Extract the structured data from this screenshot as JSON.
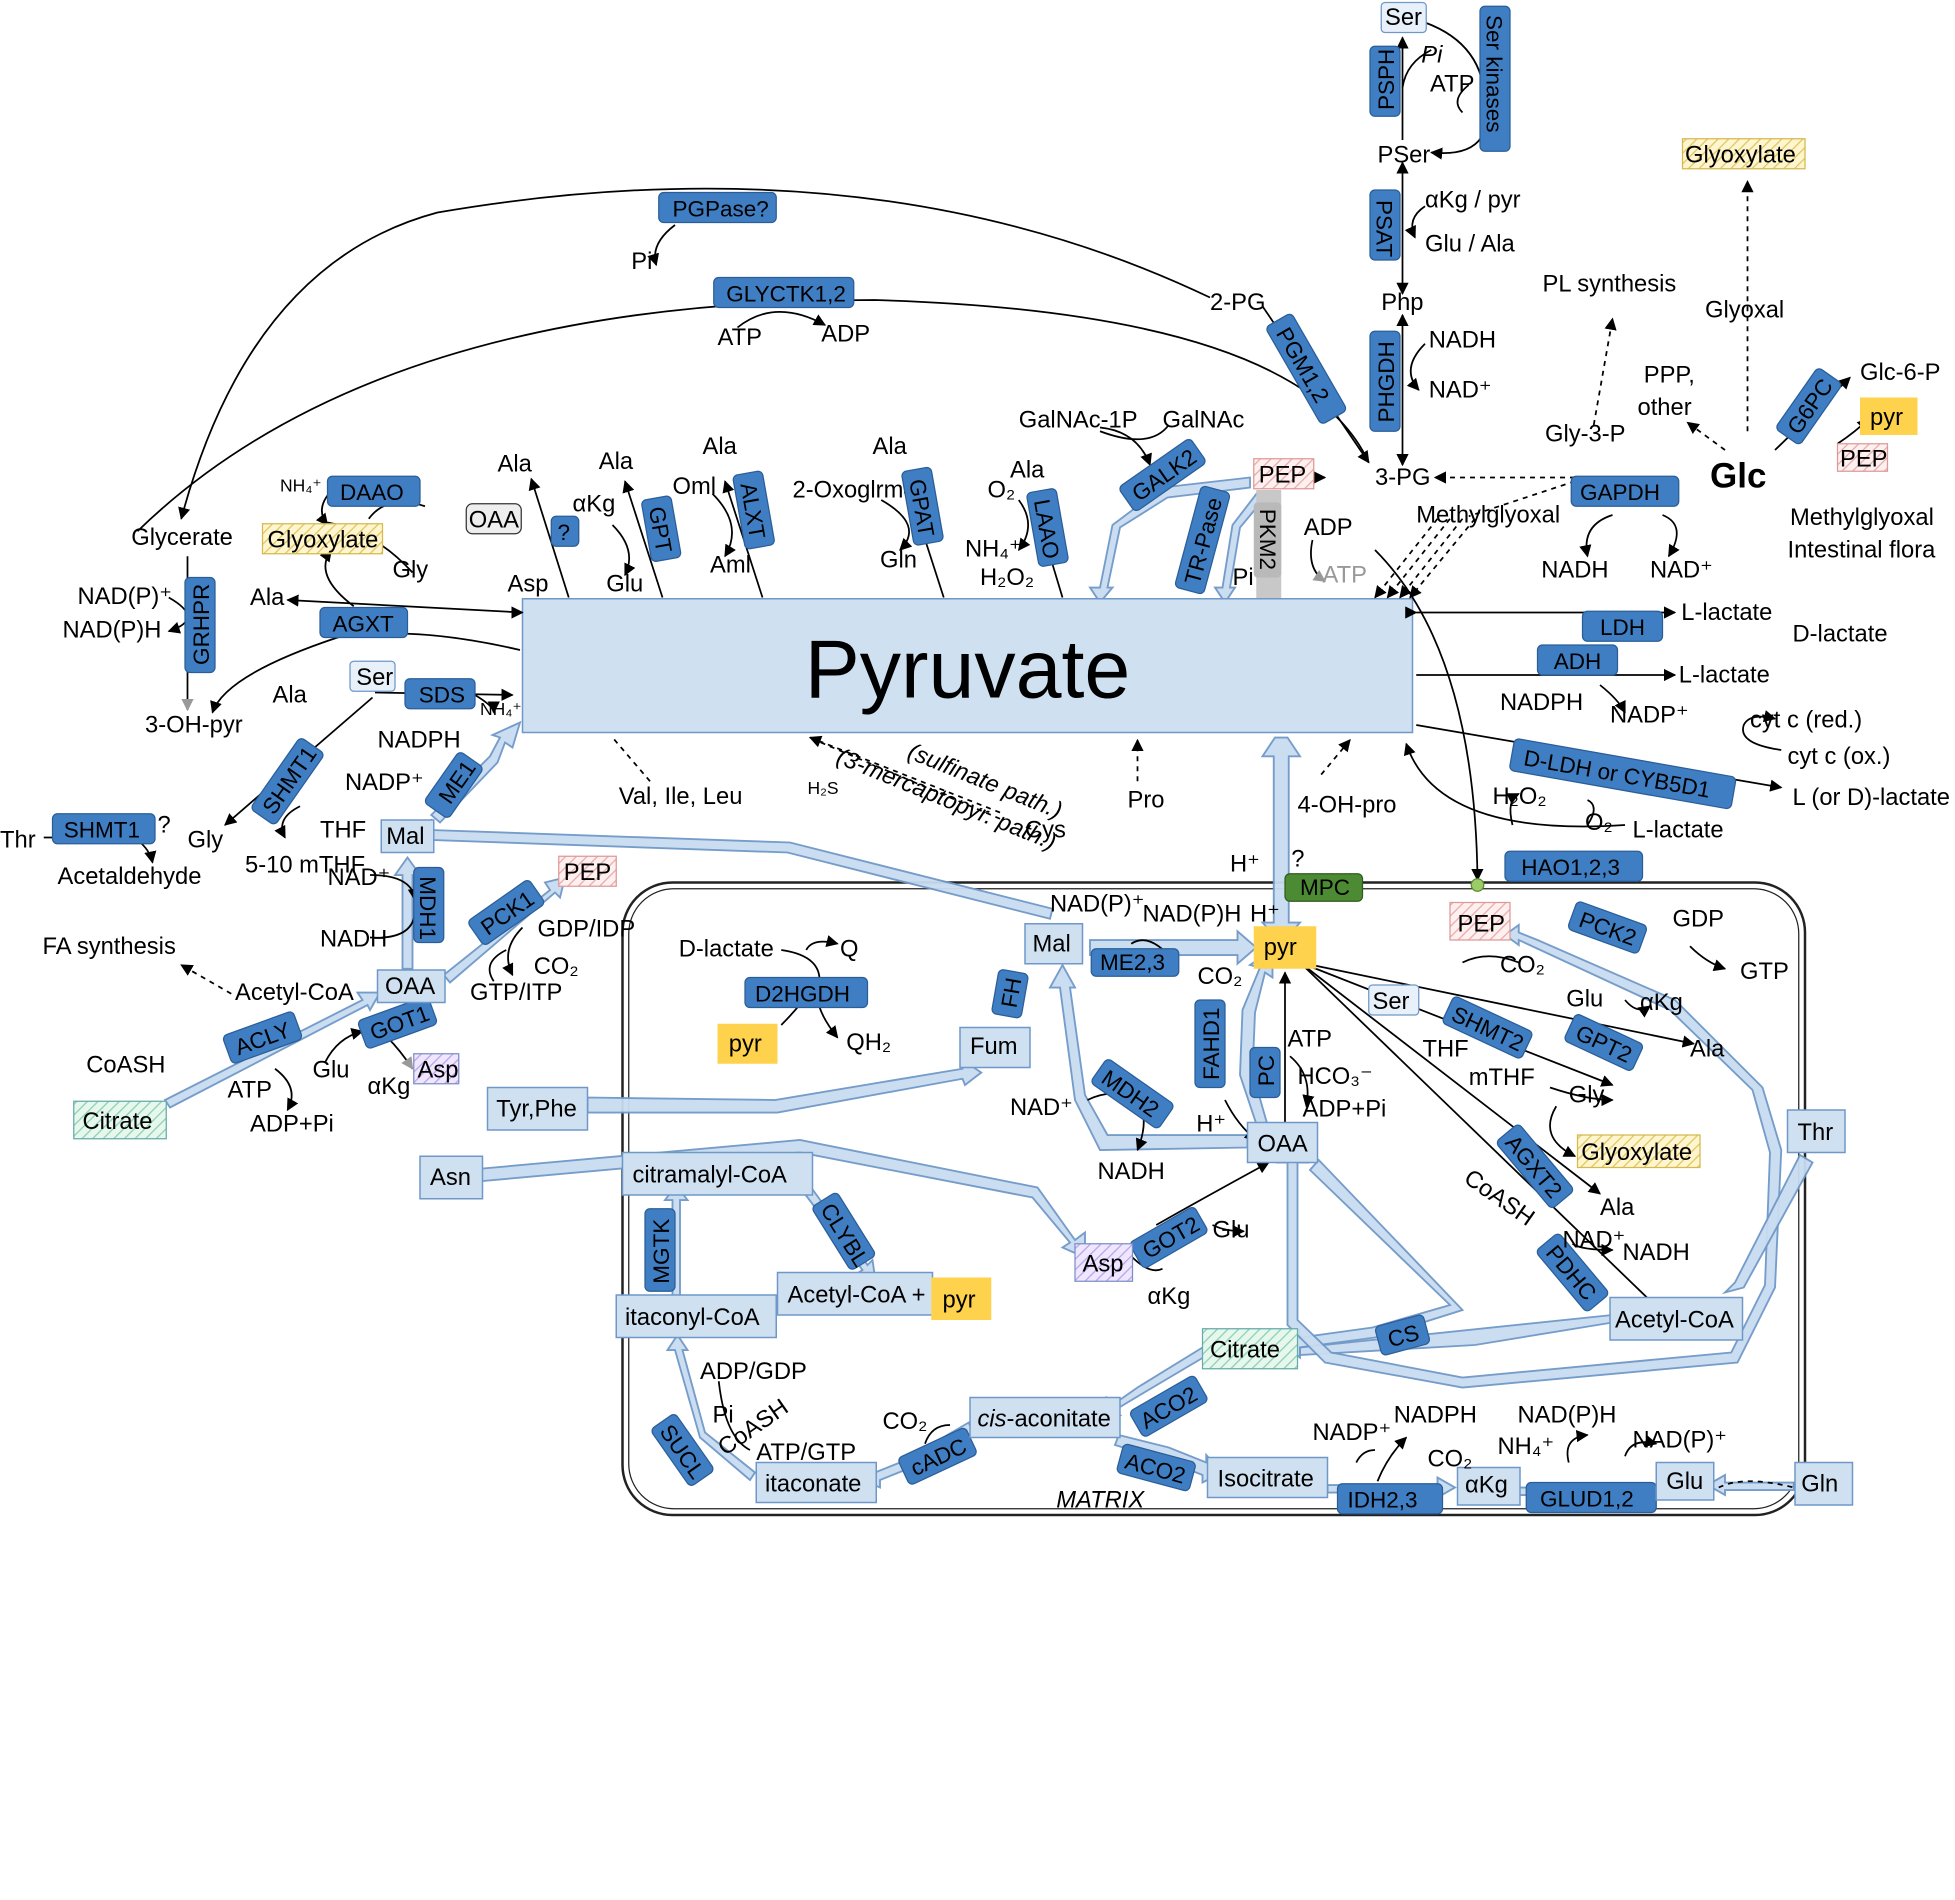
{
  "center": {
    "label": "Pyruvate"
  },
  "compartment": {
    "label": "MATRIX"
  },
  "enzymes": {
    "pgpase": "PGPase?",
    "glyctk": "GLYCTK1,2",
    "pgm": "PGM1,2",
    "psph": "PSPH",
    "serk": "Ser kinases",
    "psat": "PSAT",
    "phgdh": "PHGDH",
    "galk2": "GALK2",
    "trpase": "TR-Pase",
    "pkm2": "PKM2",
    "laao": "LAAO",
    "gpat": "GPAT",
    "alxt": "ALXT",
    "gpt": "GPT",
    "q": "?",
    "daao": "DAAO",
    "grhpr": "GRHPR",
    "agxt": "AGXT",
    "sds": "SDS",
    "shmt1a": "SHMT1",
    "shmt1b": "SHMT1",
    "me1": "ME1",
    "mdh1": "MDH1",
    "pck1": "PCK1",
    "acly": "ACLY",
    "got1": "GOT1",
    "gapdh": "GAPDH",
    "g6pc": "G6PC",
    "ldh": "LDH",
    "adh": "ADH",
    "dldh": "D-LDH or CYB5D1",
    "hao": "HAO1,2,3",
    "mpc": "MPC",
    "d2hgdh": "D2HGDH",
    "fh": "FH",
    "me23": "ME2,3",
    "fahd1": "FAHD1",
    "pc": "PC",
    "mdh2": "MDH2",
    "got2": "GOT2",
    "pck2": "PCK2",
    "shmt2": "SHMT2",
    "gpt2": "GPT2",
    "agxt2": "AGXT2",
    "pdhc": "PDHC",
    "cs": "CS",
    "aco2a": "ACO2",
    "aco2b": "ACO2",
    "cadc": "cADC",
    "sucl": "SUCL",
    "idh": "IDH2,3",
    "glud": "GLUD1,2",
    "mgtk": "MGTK",
    "clyb": "CLYBL"
  },
  "metabolites": {
    "ser_top": "Ser",
    "pi_psph": "Pi",
    "atp_serk": "ATP",
    "pser": "PSer",
    "akg_pyr": "αKg /  pyr",
    "glu_ala": "Glu / Ala",
    "php": "Php",
    "nadh_ph": "NADH",
    "nadp_ph": "NAD⁺",
    "pg2": "2-PG",
    "pg3": "3-PG",
    "pi_pg": "Pi",
    "atp_gly": "ATP",
    "adp_gly": "ADP",
    "galnac1p": "GalNAc-1P",
    "galnac": "GalNAc",
    "pep_top": "PEP",
    "adp_pk": "ADP",
    "atp_pk": "ATP",
    "pi_tr": "Pi",
    "ala_laao": "Ala",
    "o2": "O₂",
    "nh4_laao": "NH₄⁺",
    "h2o2_laao": "H₂O₂",
    "ala_gpat": "Ala",
    "oxoglr": "2-Oxoglrm",
    "gln_gpat": "Gln",
    "ala_alxt": "Ala",
    "oml": "Oml",
    "aml": "Aml",
    "ala_gpt": "Ala",
    "akg_gpt": "αKg",
    "glu_gpt": "Glu",
    "ala_q": "Ala",
    "oaa_q": "OAA",
    "asp_q": "Asp",
    "nh4_daao": "NH₄⁺",
    "glyox_daao": "Glyoxylate",
    "gly_daao": "Gly",
    "glycerate": "Glycerate",
    "nadp_gr": "NAD(P)⁺",
    "nadph_gr": "NAD(P)H",
    "ohpyr": "3-OH-pyr",
    "ala_agxt": "Ala",
    "ala_agxt2": "Ala",
    "ser_sds": "Ser",
    "nh4_sds": "NH₄⁺",
    "nadph_me1": "NADPH",
    "nadp_me1": "NADP⁺",
    "mal_c": "Mal",
    "thf_c": "THF",
    "mthf_c": "5-10\nmTHF",
    "thr_c": "Thr",
    "gly_c": "Gly",
    "acetald": "Acetaldehyde",
    "q_shmt": "?",
    "nadp_mdh1": "NAD⁺",
    "nadh_mdh1": "NADH",
    "oaa_c": "OAA",
    "pep_c": "PEP",
    "gdp_idp": "GDP/IDP",
    "co2_pck1": "CO₂",
    "gtp_itp": "GTP/ITP",
    "fa": "FA synthesis",
    "acoa_c": "Acetyl-CoA",
    "coash_c": "CoASH",
    "citrate_c": "Citrate",
    "atp_acly": "ATP",
    "adp_acly": "ADP+Pi",
    "glu_got1": "Glu",
    "akg_got1": "αKg",
    "asp_c": "Asp",
    "glyox_top": "Glyoxylate",
    "glyoxal": "Glyoxal",
    "pl": "PL synthesis",
    "ppp": "PPP,\nother",
    "gly3p": "Gly-3-P",
    "glc": "Glc",
    "g6p": "Glc-6-P",
    "pyr_g6": "pyr",
    "pep_g6": "PEP",
    "mgx": "Methylglyoxal",
    "mgx_flora": "Methylglyoxal\nIntestinal flora",
    "dlac_flora": "D-lactate",
    "nadh_ldh": "NADH",
    "nad_ldh": "NAD⁺",
    "llac1": "L-lactate",
    "llac2": "L-lactate",
    "nadph_adh": "NADPH",
    "nadp_adh": "NADP⁺",
    "cytred": "cyt c (red.)",
    "cytox": "cyt c (ox.)",
    "lordlac": "L (or D)-lactate",
    "h2o2_hao": "H₂O₂",
    "o2_hao": "O₂",
    "llac3": "L-lactate",
    "valileleu": "Val, Ile, Leu",
    "sulf": "(sulfinate path.)",
    "merc": "(3-mercaptopyr. path.)",
    "h2s": "H₂S",
    "cys": "Cys",
    "pro": "Pro",
    "ohpro": "4-OH-pro",
    "hplus1": "H⁺",
    "q_mpc": "?",
    "hplus2": "H⁺",
    "dlac_m": "D-lactate",
    "q_m": "Q",
    "pyr_m1": "pyr",
    "qh2": "QH₂",
    "mal_m": "Mal",
    "nadp_me": "NAD(P)⁺",
    "nadph_me": "NAD(P)H",
    "pyr_m": "pyr",
    "co2_pyr": "CO₂",
    "fum": "Fum",
    "tyrphe": "Tyr,Phe",
    "asn": "Asn",
    "nad_mdh2": "NAD⁺",
    "nadh_mdh2": "NADH",
    "hplus_f": "H⁺",
    "atp_pc": "ATP",
    "hco3": "HCO₃⁻",
    "adp_pc": "ADP+Pi",
    "oaa_m": "OAA",
    "asp_m": "Asp",
    "glu_got2": "Glu",
    "akg_got2": "αKg",
    "pep_m": "PEP",
    "co2_pck2": "CO₂",
    "gdp": "GDP",
    "gtp": "GTP",
    "ser_m": "Ser",
    "thf_m": "THF",
    "mthf_m": "mTHF",
    "gly_m": "Gly",
    "glu_gpt2": "Glu",
    "akg_gpt2": "αKg",
    "ala_gpt2": "Ala",
    "glyox_m": "Glyoxylate",
    "ala_m": "Ala",
    "coash_m": "CoASH",
    "nad_pdhc": "NAD⁺",
    "nadh_pdhc": "NADH",
    "acoa_m": "Acetyl-CoA",
    "thr_m": "Thr",
    "citramalyl": "citramalyl-CoA",
    "acoa_pyr": "Acetyl-CoA +",
    "pyr_clyb": "pyr",
    "itaconyl": "itaconyl-CoA",
    "citrate_m": "Citrate",
    "adpgdp": "ADP/GDP",
    "pi_sucl": "Pi",
    "coash_sucl": "CoASH",
    "atpgtp": "ATP/GTP",
    "itaconate": "itaconate",
    "co2_cadc": "CO₂",
    "cisacon": "cis-aconitate",
    "isocit": "Isocitrate",
    "nadp_idh": "NADP⁺",
    "nadph_idh": "NADPH",
    "co2_idh": "CO₂",
    "akg_m": "αKg",
    "nh4_glud": "NH₄⁺",
    "nadph_glud": "NAD(P)H",
    "nadp_glud": "NAD(P)⁺",
    "glu_m": "Glu",
    "gln_m": "Gln"
  }
}
